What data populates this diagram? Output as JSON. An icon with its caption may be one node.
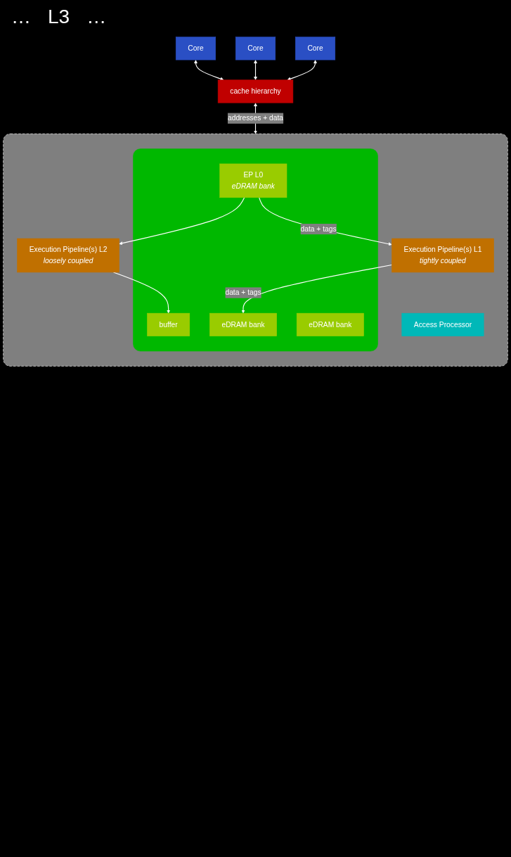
{
  "diagram": {
    "nodes": [
      {
        "text": [
          "Core"
        ]
      },
      {
        "text": [
          "Core"
        ]
      },
      {
        "text": [
          "Core"
        ]
      },
      {
        "text": [
          "cache hierarchy"
        ]
      },
      {
        "text": [],
        "shape": "box"
      },
      {
        "text": [
          "Execution Pipeline(s) L2",
          "loosely coupled"
        ],
        "in": 4
      },
      {
        "text": [
          "Execution Pipeline(s) L1",
          "tightly coupled"
        ],
        "in": 4
      },
      {
        "text": [],
        "shape": "box",
        "in": 4
      },
      {
        "text": [
          "buffer"
        ],
        "in": 7
      },
      {
        "text": [
          "eDRAM bank"
        ],
        "in": 7
      },
      {
        "text": [
          "eDRAM bank"
        ],
        "in": 7
      },
      {
        "text": [
          "EP L0",
          "eDRAM bank"
        ],
        "in": 7
      },
      {
        "text": [
          "Access Processor"
        ],
        "in": 4
      }
    ],
    "edges": [
      {
        "from": 0,
        "to": 3,
        "arrow": "both"
      },
      {
        "from": 1,
        "to": 3,
        "arrow": "both"
      },
      {
        "from": 2,
        "to": 3,
        "arrow": "both"
      },
      {
        "from": 3,
        "to": 4,
        "arrow": "both",
        "label": "addresses + data"
      },
      {
        "from": 5,
        "to": 8,
        "arrow": "to"
      },
      {
        "from": 6,
        "to": 9,
        "arrow": "to",
        "label": "data + tags"
      },
      {
        "from": 11,
        "to": 6,
        "arrow": "to",
        "label": "data + tags"
      },
      {
        "from": 11,
        "to": 5,
        "arrow": "to"
      }
    ],
    "labels": [
      "…",
      "L3",
      "…"
    ]
  }
}
